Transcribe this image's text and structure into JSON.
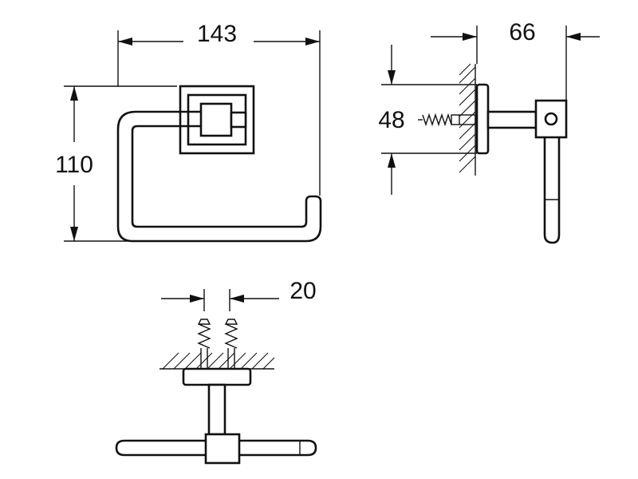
{
  "dimensions": {
    "width": "143",
    "height": "110",
    "depth": "66",
    "mount_height": "48",
    "screw_spacing": "20"
  }
}
